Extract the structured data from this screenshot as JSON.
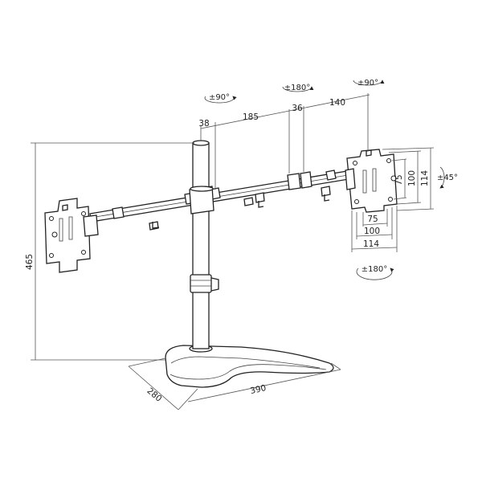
{
  "dimensions": {
    "height": "465",
    "base_depth": "280",
    "base_width": "390",
    "arm_pole_offset": "38",
    "arm_inner": "185",
    "arm_mid": "36",
    "arm_outer": "140",
    "vesa_w_75": "75",
    "vesa_w_100": "100",
    "vesa_w_114": "114",
    "vesa_h_75": "75",
    "vesa_h_100": "100",
    "vesa_h_114": "114"
  },
  "rotations": {
    "left_swivel": "±90°",
    "middle_swivel": "±180°",
    "right_swivel": "±90°",
    "tilt": "±45°",
    "rotate": "±180°"
  }
}
